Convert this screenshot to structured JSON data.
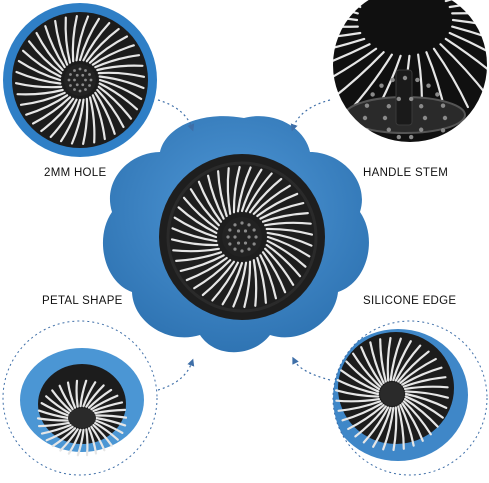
{
  "labels": {
    "top_left": "2MM HOLE",
    "top_right": "HANDLE STEM",
    "bottom_left": "PETAL SHAPE",
    "bottom_right": "SILICONE EDGE"
  },
  "colors": {
    "silicone_blue": "#3f87c8",
    "silicone_blue_dark": "#2f6ea8",
    "basket_black": "#1e1e1e",
    "spoke_white": "#e6e6e6",
    "arrow": "#3f6fa8"
  }
}
